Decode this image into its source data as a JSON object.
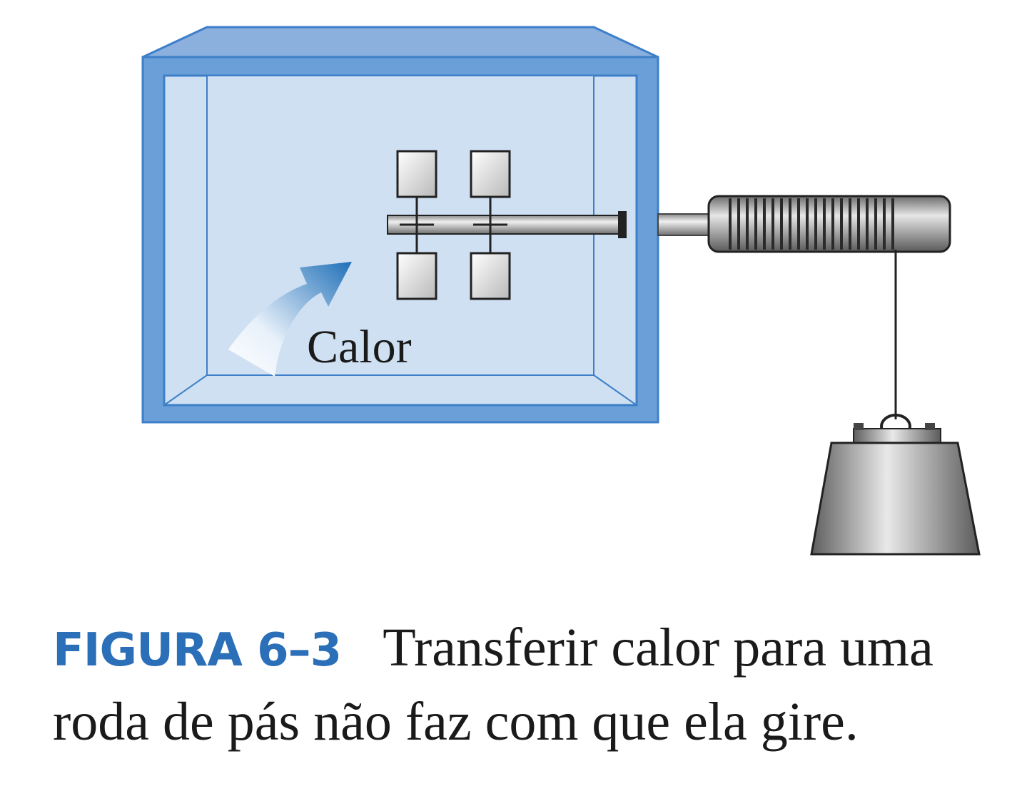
{
  "diagram": {
    "heat_label": "Calor"
  },
  "caption": {
    "figure_number": "FIGURA 6–3",
    "line1_text": "Transferir calor para uma",
    "line2_text": "roda de pás não faz com que ela gire."
  },
  "colors": {
    "box_outer": "#6a9fd8",
    "box_inner": "#cfe0f3",
    "box_top": "#8bb0dd",
    "figure_label": "#2a6fb8",
    "arrow_dark": "#1f6fb8"
  }
}
